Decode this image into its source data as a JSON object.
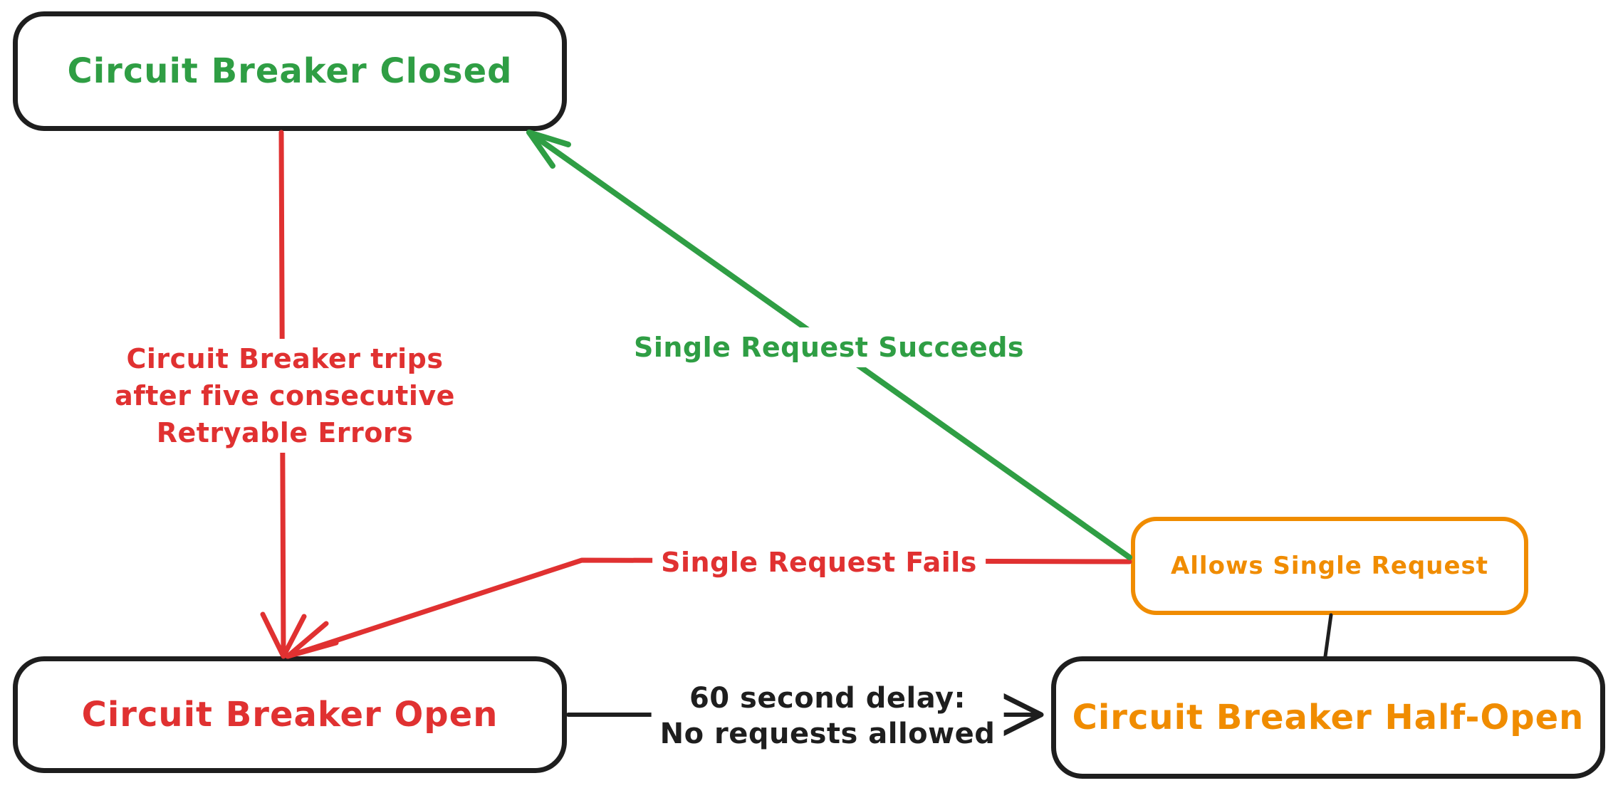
{
  "diagram": {
    "type": "state-diagram",
    "subject": "Circuit Breaker pattern"
  },
  "colors": {
    "ink": "#1e1e1e",
    "red": "#e03131",
    "green": "#2f9e44",
    "orange": "#f08c00",
    "bg": "#ffffff"
  },
  "nodes": {
    "closed": {
      "label": "Circuit Breaker Closed"
    },
    "open": {
      "label": "Circuit Breaker Open"
    },
    "half_open": {
      "label": "Circuit Breaker Half-Open"
    },
    "allows": {
      "label": "Allows Single Request"
    }
  },
  "edges": {
    "trip": {
      "from": "closed",
      "to": "open",
      "color": "#e03131",
      "label_lines": [
        "Circuit Breaker trips",
        "after five consecutive",
        "Retryable Errors"
      ]
    },
    "succeed": {
      "from": "allows",
      "to": "closed",
      "color": "#2f9e44",
      "label": "Single Request Succeeds"
    },
    "fail": {
      "from": "allows",
      "to": "open",
      "color": "#e03131",
      "label": "Single Request Fails"
    },
    "delay": {
      "from": "open",
      "to": "half_open",
      "color": "#1e1e1e",
      "label_lines": [
        "60 second delay:",
        "No requests allowed"
      ]
    },
    "allows_link": {
      "from": "allows",
      "to": "half_open",
      "color": "#1e1e1e",
      "label": ""
    }
  }
}
